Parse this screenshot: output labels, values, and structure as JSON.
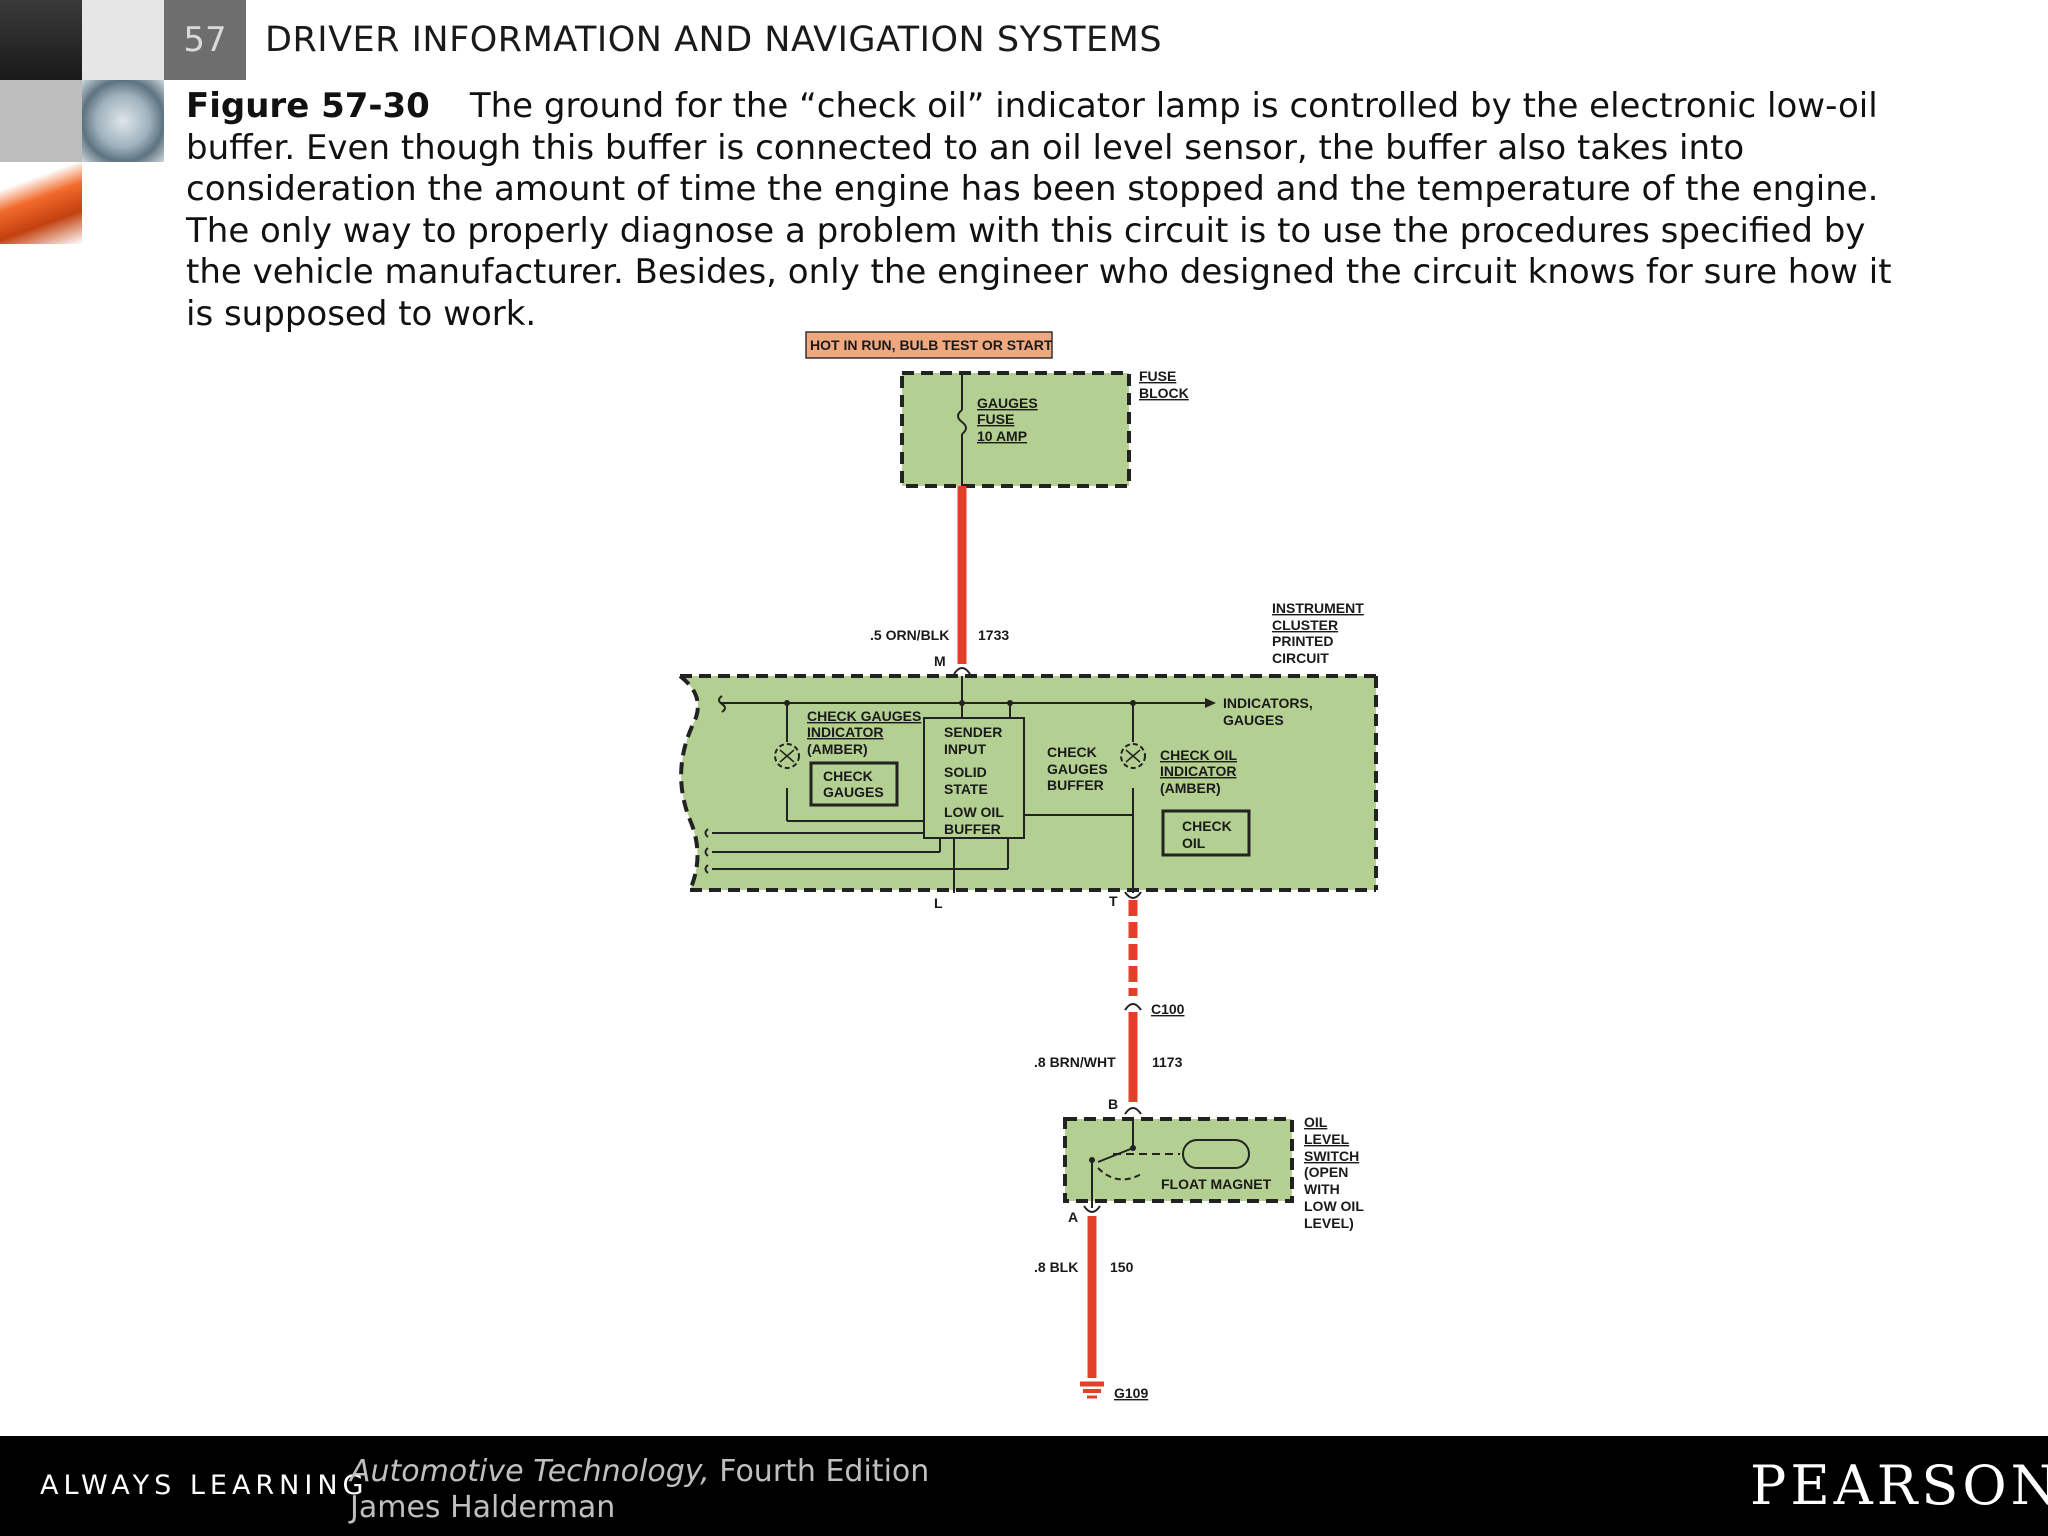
{
  "header": {
    "chapter_number": "57",
    "chapter_title": "DRIVER INFORMATION AND NAVIGATION SYSTEMS"
  },
  "caption": {
    "figure_label": "Figure 57-30",
    "text": "The ground for the “check oil” indicator lamp is controlled by the electronic low-oil buffer. Even though this buffer is connected to an oil level sensor, the buffer also takes into consideration the amount of time the engine has been stopped and the temperature of the engine. The only way to properly diagnose a problem with this circuit is to use the procedures specified by the vehicle manufacturer. Besides, only the engineer who designed the circuit knows for sure how it is supposed to work."
  },
  "diagram": {
    "hot_label": "HOT IN RUN, BULB TEST OR START",
    "fuse_block": [
      "FUSE",
      "BLOCK"
    ],
    "gauges_fuse": [
      "GAUGES",
      "FUSE",
      "10 AMP"
    ],
    "wire_top_gauge": ".5 ORN/BLK",
    "wire_top_circuit": "1733",
    "pin_m": "M",
    "cluster_label": [
      "INSTRUMENT",
      "CLUSTER",
      "PRINTED",
      "CIRCUIT"
    ],
    "indicators_gauges": [
      "INDICATORS,",
      "GAUGES"
    ],
    "check_gauges_indicator": [
      "CHECK GAUGES",
      "INDICATOR",
      "(AMBER)"
    ],
    "check_gauges_lamp": [
      "CHECK",
      "GAUGES"
    ],
    "buffer_box": [
      "SENDER",
      "INPUT",
      "SOLID",
      "STATE",
      "LOW OIL",
      "BUFFER"
    ],
    "check_gauges_buffer": [
      "CHECK",
      "GAUGES",
      "BUFFER"
    ],
    "check_oil_indicator": [
      "CHECK OIL",
      "INDICATOR",
      "(AMBER)"
    ],
    "check_oil_lamp": [
      "CHECK",
      "OIL"
    ],
    "pin_l": "L",
    "pin_t": "T",
    "connector": "C100",
    "wire_mid_gauge": ".8 BRN/WHT",
    "wire_mid_circuit": "1173",
    "pin_b": "B",
    "oil_switch": [
      "OIL",
      "LEVEL",
      "SWITCH",
      "(OPEN",
      "WITH",
      "LOW OIL",
      "LEVEL)"
    ],
    "float_magnet": "FLOAT MAGNET",
    "pin_a": "A",
    "wire_bot_gauge": ".8 BLK",
    "wire_bot_circuit": "150",
    "ground": "G109",
    "colors": {
      "panel_green": "#b3cf91",
      "wire_red": "#e3402a",
      "hot_box": "#f0a97f"
    }
  },
  "footer": {
    "tagline": "ALWAYS LEARNING",
    "book_title": "Automotive Technology,",
    "edition": " Fourth Edition",
    "author": "James Halderman",
    "publisher": "PEARSON"
  }
}
